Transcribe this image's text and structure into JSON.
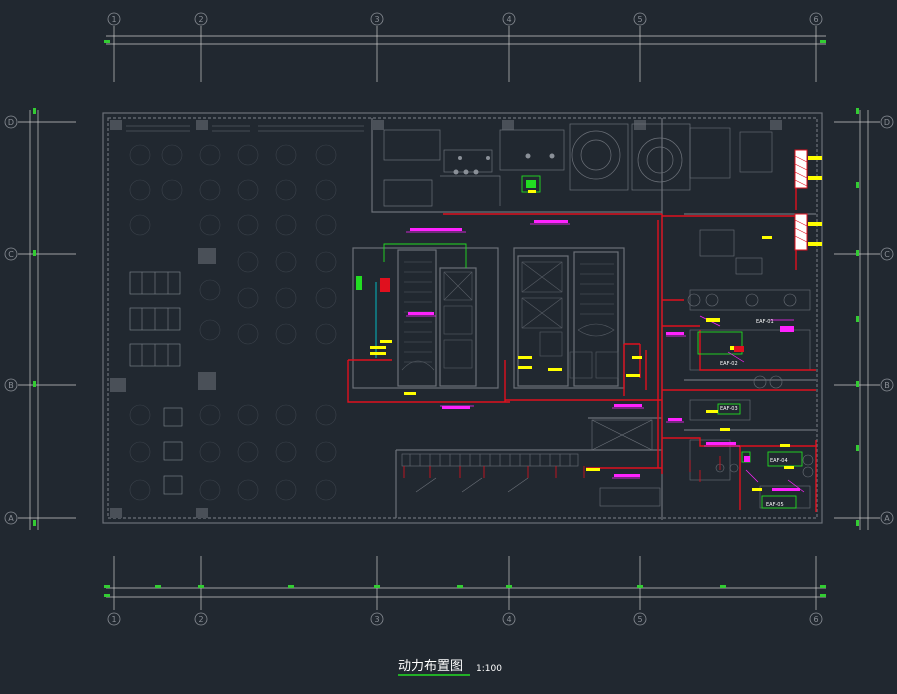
{
  "drawing": {
    "title": "动力布置图",
    "scale": "1:100"
  },
  "grid_axes": {
    "columns": [
      "1",
      "2",
      "3",
      "4",
      "5",
      "6"
    ],
    "rows": [
      "D",
      "C",
      "B",
      "A"
    ]
  },
  "equipment_tags": [
    "EAF-01",
    "EAF-02",
    "EAF-03",
    "EAF-04",
    "EAF-05"
  ],
  "colors": {
    "background": "#212830",
    "walls": "#6b7078",
    "furniture": "#3c434c",
    "power_lines": "#e0101e",
    "grid": "#c8c8c8",
    "dimension_ticks": "#33cc33",
    "tags": "#ffff00",
    "callouts": "#ff22ff",
    "equipment_boxes": "#22dd22",
    "water": "#00c8d0"
  }
}
